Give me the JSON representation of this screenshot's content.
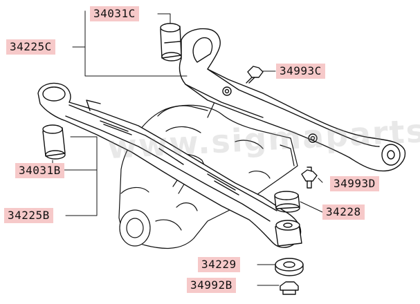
{
  "watermark": "www.sigmaparts.co.jp",
  "parts": {
    "p34031C": "34031C",
    "p34225C": "34225C",
    "p34993C": "34993C",
    "p34031B": "34031B",
    "p34225B": "34225B",
    "p34993D": "34993D",
    "p34228": "34228",
    "p34229": "34229",
    "p34992B": "34992B"
  }
}
